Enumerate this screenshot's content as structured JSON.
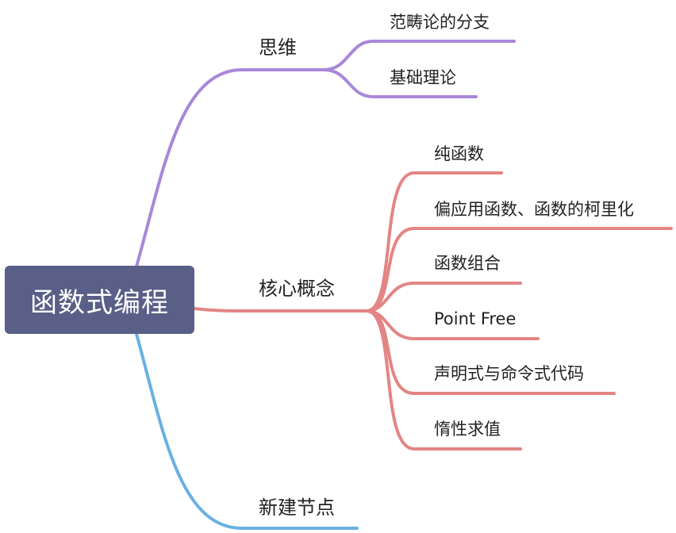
{
  "root": {
    "label": "函数式编程"
  },
  "colors": {
    "root_bg": "#5a5f87",
    "branch_thinking": "#a888d9",
    "branch_core": "#e38584",
    "branch_new": "#6ab0e2"
  },
  "branches": [
    {
      "id": "thinking",
      "label": "思维",
      "children": [
        "范畴论的分支",
        "基础理论"
      ]
    },
    {
      "id": "core",
      "label": "核心概念",
      "children": [
        "纯函数",
        "偏应用函数、函数的柯里化",
        "函数组合",
        "Point Free",
        "声明式与命令式代码",
        "惰性求值"
      ]
    },
    {
      "id": "new",
      "label": "新建节点",
      "children": []
    }
  ]
}
